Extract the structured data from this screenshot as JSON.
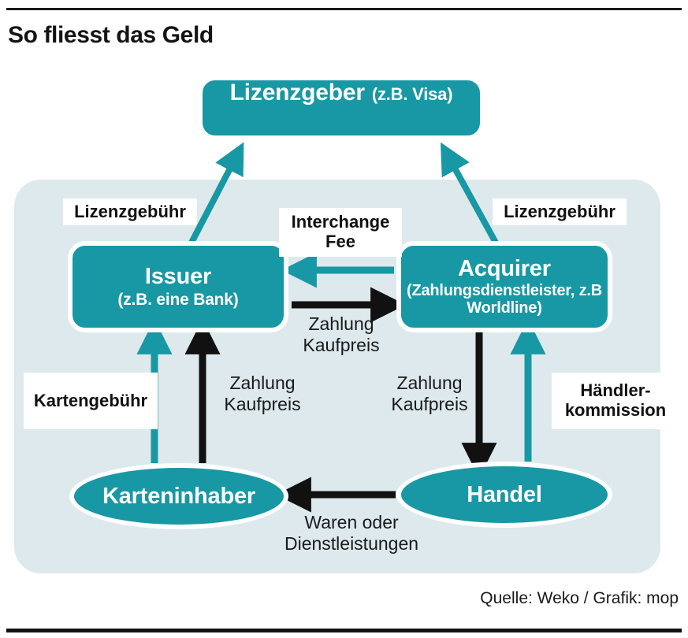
{
  "headline": "So fliesst das Geld",
  "credit": "Quelle: Weko / Grafik: mop",
  "colors": {
    "teal": "#1898a4",
    "panel": "#dde9ec",
    "black": "#111111",
    "white": "#ffffff"
  },
  "nodes": {
    "licensor": {
      "title": "Lizenzgeber",
      "sub": "(z.B. Visa)"
    },
    "issuer": {
      "title": "Issuer",
      "sub": "(z.B. eine Bank)"
    },
    "acquirer": {
      "title": "Acquirer",
      "sub": "(Zahlungsdienstleister, z.B Worldline)"
    },
    "cardholder": {
      "title": "Karteninhaber",
      "sub": ""
    },
    "merchant": {
      "title": "Handel",
      "sub": ""
    }
  },
  "labels": {
    "license_fee_left": "Lizenzgebühr",
    "license_fee_right": "Lizenzgebühr",
    "interchange_fee": "Interchange\nFee",
    "card_fee": "Kartengebühr",
    "merchant_commission": "Händler-\nkommission",
    "payment_issuer_to_acquirer": "Zahlung\nKaufpreis",
    "payment_cardholder_to_issuer": "Zahlung\nKaufpreis",
    "payment_acquirer_to_merchant": "Zahlung\nKaufpreis",
    "goods_or_services": "Waren oder\nDienstleistungen"
  },
  "chart_data": {
    "type": "diagram",
    "title": "So fliesst das Geld",
    "nodes": [
      {
        "id": "licensor",
        "label": "Lizenzgeber (z.B. Visa)",
        "shape": "rounded-rect"
      },
      {
        "id": "issuer",
        "label": "Issuer (z.B. eine Bank)",
        "shape": "rounded-rect"
      },
      {
        "id": "acquirer",
        "label": "Acquirer (Zahlungsdienstleister, z.B Worldline)",
        "shape": "rounded-rect"
      },
      {
        "id": "cardholder",
        "label": "Karteninhaber",
        "shape": "ellipse"
      },
      {
        "id": "merchant",
        "label": "Handel",
        "shape": "ellipse"
      }
    ],
    "edges": [
      {
        "from": "issuer",
        "to": "licensor",
        "label": "Lizenzgebühr",
        "color": "teal"
      },
      {
        "from": "acquirer",
        "to": "licensor",
        "label": "Lizenzgebühr",
        "color": "teal"
      },
      {
        "from": "acquirer",
        "to": "issuer",
        "label": "Interchange Fee",
        "color": "teal"
      },
      {
        "from": "issuer",
        "to": "acquirer",
        "label": "Zahlung Kaufpreis",
        "color": "black"
      },
      {
        "from": "cardholder",
        "to": "issuer",
        "label": "Kartengebühr",
        "color": "teal"
      },
      {
        "from": "cardholder",
        "to": "issuer",
        "label": "Zahlung Kaufpreis",
        "color": "black"
      },
      {
        "from": "acquirer",
        "to": "merchant",
        "label": "Zahlung Kaufpreis",
        "color": "black"
      },
      {
        "from": "merchant",
        "to": "acquirer",
        "label": "Händlerkommission",
        "color": "teal"
      },
      {
        "from": "merchant",
        "to": "cardholder",
        "label": "Waren oder Dienstleistungen",
        "color": "black"
      }
    ]
  }
}
